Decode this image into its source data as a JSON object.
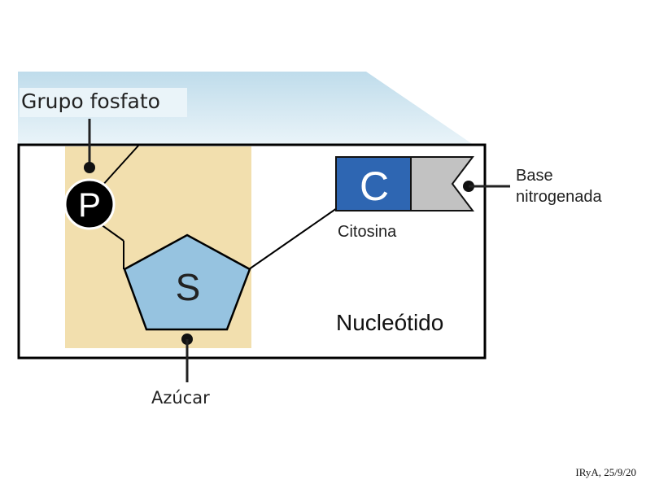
{
  "labels": {
    "phosphate_group": "Grupo fosfato",
    "phosphate_letter": "P",
    "sugar_letter": "S",
    "sugar": "Azúcar",
    "base_letter": "C",
    "base_name": "Citosina",
    "base_caption_line1": "Base",
    "base_caption_line2": "nitrogenada",
    "nucleotide": "Nucleótido"
  },
  "footer": {
    "credit": "IRyA, 25/9/20"
  },
  "colors": {
    "phosphate_fill": "#000000",
    "sugar_fill": "#96c3e0",
    "sugar_region": "#f2dfae",
    "base_fill": "#2e66b2",
    "base_tail": "#c2c2c2",
    "zoom_highlight": "#bfdceb",
    "frame": "#000000"
  }
}
